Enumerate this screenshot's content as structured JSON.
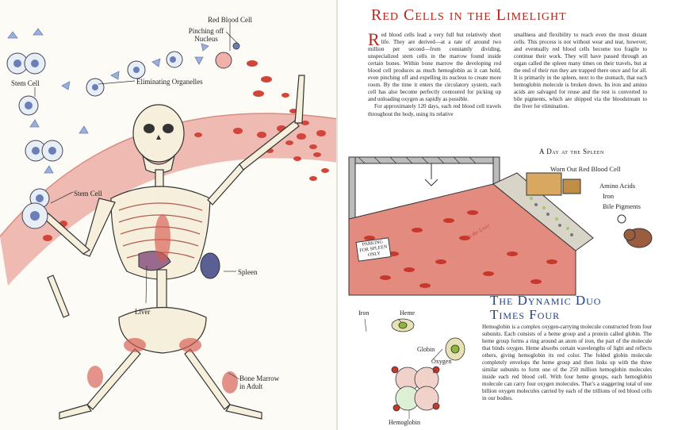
{
  "left_page": {
    "labels": {
      "red_blood_cell": "Red Blood Cell",
      "pinching_off_nucleus": "Pinching off Nucleus",
      "stem_cell_top": "Stem Cell",
      "eliminating_organelles": "Eliminating Organelles",
      "stem_cell_mid": "Stem Cell",
      "spleen": "Spleen",
      "liver": "Liver",
      "bone_marrow": "Bone Marrow in Adult"
    }
  },
  "right_page": {
    "title": "Red Cells in the Limelight",
    "dropcap": "R",
    "column1_first": "ed blood cells lead a very full but relatively short life. They are derived—at a rate of around two million per second—from constantly dividing, unspecialized stem cells in the marrow found inside certain bones. Within bone marrow the developing red blood cell produces as much hemoglobin as it can hold, even pinching off and expelling its nucleus to create more room. By the time it enters the circulatory system, each cell has also become perfectly contoured for picking up and unloading oxygen as rapidly as possible.",
    "column1_second": "For approximately 120 days, each red blood cell travels throughout the body, using its relative",
    "column2": "smallness and flexibility to reach even the most distant cells. This process is not without wear and tear, however, and eventually red blood cells become too fragile to continue their work. They will have passed through an organ called the spleen many times on their travels, but at the end of their run they are trapped there once and for all. It is primarily in the spleen, next to the stomach, that each hemoglobin molecule is broken down. Its iron and amino acids are salvaged for reuse and the rest is converted to bile pigments, which are shipped via the bloodstream to the liver for elimination.",
    "spleen_diagram": {
      "title": "A Day at the Spleen",
      "worn_out": "Worn Out Red Blood Cell",
      "amino_acids": "Amino Acids",
      "iron": "Iron",
      "bile_pigments": "Bile Pigments",
      "to_liver": "To the Liver",
      "sign": "PARKING FOR SPLEEN ONLY"
    },
    "title2_line1": "The Dynamic Duo",
    "title2_line2": "Times Four",
    "hemo_labels": {
      "iron": "Iron",
      "heme": "Heme",
      "globin": "Globin",
      "oxygen": "Oxygen",
      "hemoglobin": "Hemoglobin"
    },
    "hemo_text": "Hemoglobin is a complex oxygen-carrying molecule constructed from four subunits. Each consists of a heme group and a protein called globin. The heme group forms a ring around an atom of iron, the part of the molecule that binds oxygen. Heme absorbs certain wavelengths of light and reflects others, giving hemoglobin its red color. The folded globin molecule completely envelops the heme group and then links up with the three similar subunits to form one of the 250 million hemoglobin molecules inside each red blood cell. With four heme groups, each hemoglobin molecule can carry four oxygen molecules. That’s a staggering total of one billion oxygen molecules carried by each of the trillions of red blood cells in our bodies."
  },
  "colors": {
    "title_red": "#b3261e",
    "title_blue": "#1f3f8f",
    "blood_band": "#e9a79c",
    "cell_red": "#d2453a"
  }
}
